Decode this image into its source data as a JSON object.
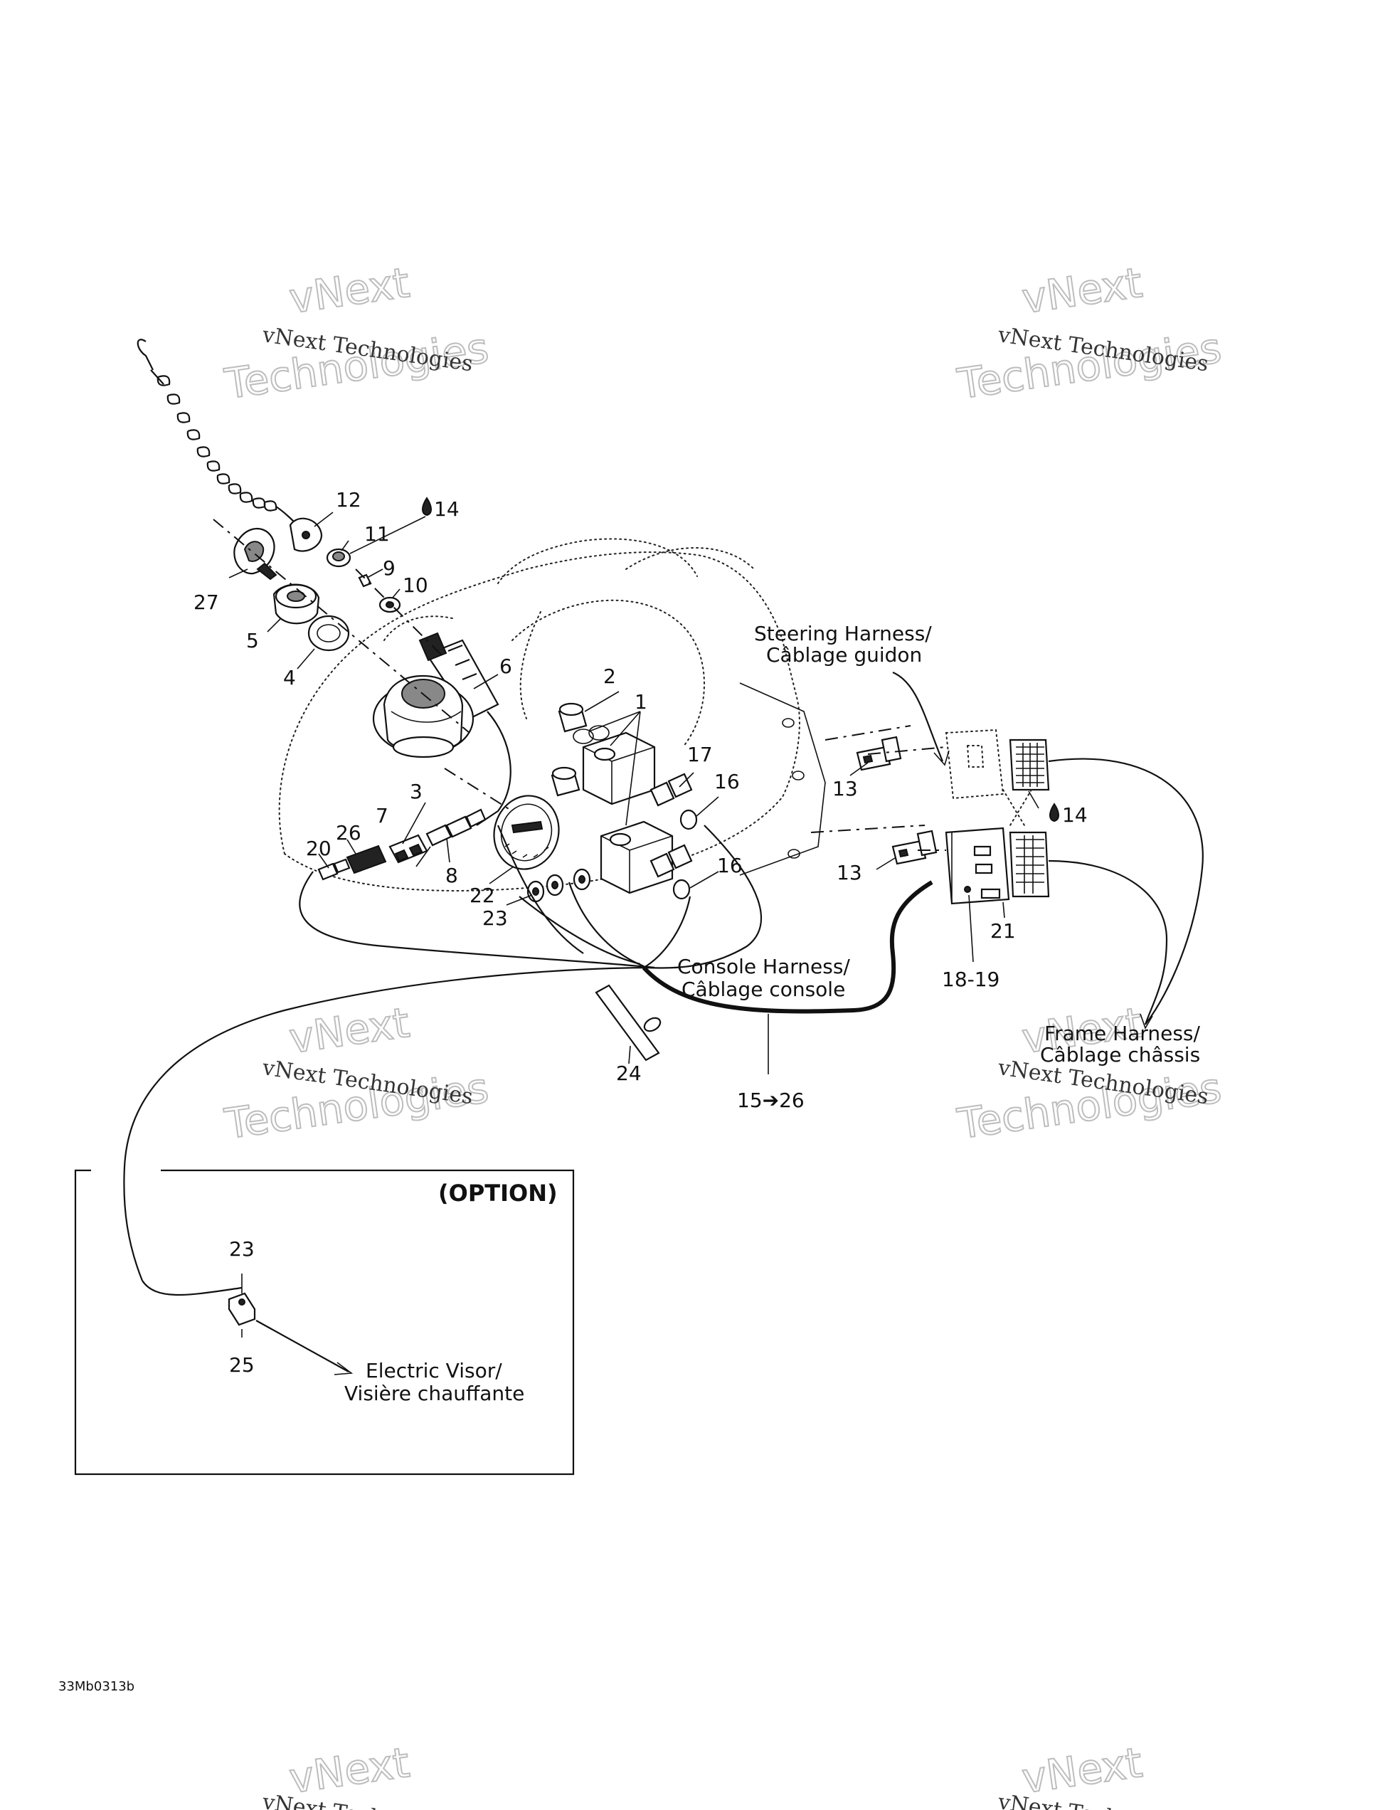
{
  "callouts": {
    "c1": "1",
    "c2": "2",
    "c3": "3",
    "c4": "4",
    "c5": "5",
    "c6": "6",
    "c7": "7",
    "c8": "8",
    "c9": "9",
    "c10": "10",
    "c11": "11",
    "c12": "12",
    "c13a": "13",
    "c13b": "13",
    "c14a": "14",
    "c14b": "14",
    "c16a": "16",
    "c16b": "16",
    "c17": "17",
    "c1819": "18-19",
    "c20": "20",
    "c21": "21",
    "c22": "22",
    "c23a": "23",
    "c23b": "23",
    "c24": "24",
    "c25": "25",
    "c26": "26",
    "c27": "27",
    "range": "15➔26"
  },
  "captions": {
    "steering_en": "Steering Harness/",
    "steering_fr": "Câblage guidon",
    "console_en": "Console Harness/",
    "console_fr": "Câblage console",
    "frame_en": "Frame Harness/",
    "frame_fr": "Câblage châssis",
    "visor_en": "Electric Visor/",
    "visor_fr": "Visière chauffante"
  },
  "option_label": "(OPTION)",
  "watermark": {
    "line1": "vNext Technologies",
    "line2": "vNext",
    "line3": "Technologies"
  },
  "figure_ref": "33Mb0313b"
}
